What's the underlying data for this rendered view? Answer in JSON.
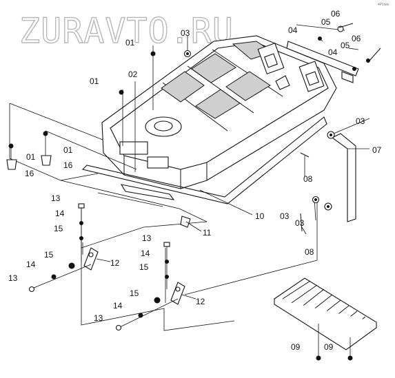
{
  "watermark": "ZURAVTO.RU",
  "corner_mark": "4P1ww",
  "callouts": [
    {
      "id": "c-01-top",
      "text": "01"
    },
    {
      "id": "c-02",
      "text": "02"
    },
    {
      "id": "c-01-left",
      "text": "01"
    },
    {
      "id": "c-03-top",
      "text": "03"
    },
    {
      "id": "c-06-a",
      "text": "06"
    },
    {
      "id": "c-05-a",
      "text": "05"
    },
    {
      "id": "c-04-a",
      "text": "04"
    },
    {
      "id": "c-06-b",
      "text": "06"
    },
    {
      "id": "c-05-b",
      "text": "05"
    },
    {
      "id": "c-04-b",
      "text": "04"
    },
    {
      "id": "c-03-right",
      "text": "03"
    },
    {
      "id": "c-07",
      "text": "07"
    },
    {
      "id": "c-01-a",
      "text": "01"
    },
    {
      "id": "c-01-b",
      "text": "01"
    },
    {
      "id": "c-16-a",
      "text": "16"
    },
    {
      "id": "c-16-b",
      "text": "16"
    },
    {
      "id": "c-08-a",
      "text": "08"
    },
    {
      "id": "c-10",
      "text": "10"
    },
    {
      "id": "c-03-c",
      "text": "03"
    },
    {
      "id": "c-03-d",
      "text": "03"
    },
    {
      "id": "c-11",
      "text": "11"
    },
    {
      "id": "c-08-b",
      "text": "08"
    },
    {
      "id": "c-13-a",
      "text": "13"
    },
    {
      "id": "c-14-a",
      "text": "14"
    },
    {
      "id": "c-15-a",
      "text": "15"
    },
    {
      "id": "c-12-a",
      "text": "12"
    },
    {
      "id": "c-15-b",
      "text": "15"
    },
    {
      "id": "c-14-b",
      "text": "14"
    },
    {
      "id": "c-13-b",
      "text": "13"
    },
    {
      "id": "c-13-c",
      "text": "13"
    },
    {
      "id": "c-14-c",
      "text": "14"
    },
    {
      "id": "c-15-c",
      "text": "15"
    },
    {
      "id": "c-15-d",
      "text": "15"
    },
    {
      "id": "c-12-b",
      "text": "12"
    },
    {
      "id": "c-14-d",
      "text": "14"
    },
    {
      "id": "c-13-d",
      "text": "13"
    },
    {
      "id": "c-09-a",
      "text": "09"
    },
    {
      "id": "c-09-b",
      "text": "09"
    }
  ]
}
